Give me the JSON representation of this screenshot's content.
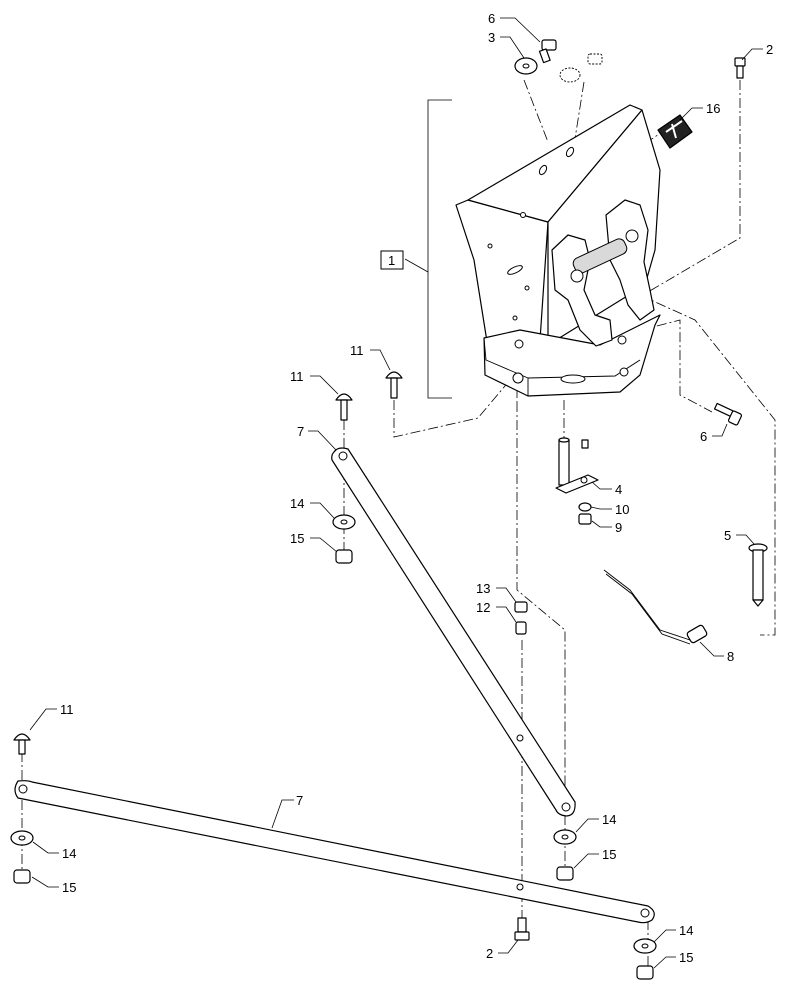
{
  "diagram": {
    "assembly_label": "1",
    "callouts": [
      {
        "id": "c6a",
        "text": "6"
      },
      {
        "id": "c3",
        "text": "3"
      },
      {
        "id": "c2a",
        "text": "2"
      },
      {
        "id": "c16",
        "text": "16"
      },
      {
        "id": "c1",
        "text": "1"
      },
      {
        "id": "c11a",
        "text": "11"
      },
      {
        "id": "c11b",
        "text": "11"
      },
      {
        "id": "c6b",
        "text": "6"
      },
      {
        "id": "c7a",
        "text": "7"
      },
      {
        "id": "c4",
        "text": "4"
      },
      {
        "id": "c10",
        "text": "10"
      },
      {
        "id": "c9",
        "text": "9"
      },
      {
        "id": "c14a",
        "text": "14"
      },
      {
        "id": "c15a",
        "text": "15"
      },
      {
        "id": "c5",
        "text": "5"
      },
      {
        "id": "c13",
        "text": "13"
      },
      {
        "id": "c12",
        "text": "12"
      },
      {
        "id": "c8",
        "text": "8"
      },
      {
        "id": "c11c",
        "text": "11"
      },
      {
        "id": "c7b",
        "text": "7"
      },
      {
        "id": "c14b",
        "text": "14"
      },
      {
        "id": "c15b",
        "text": "15"
      },
      {
        "id": "c14c",
        "text": "14"
      },
      {
        "id": "c15c",
        "text": "15"
      },
      {
        "id": "c2b",
        "text": "2"
      },
      {
        "id": "c14d",
        "text": "14"
      },
      {
        "id": "c15d",
        "text": "15"
      }
    ]
  }
}
